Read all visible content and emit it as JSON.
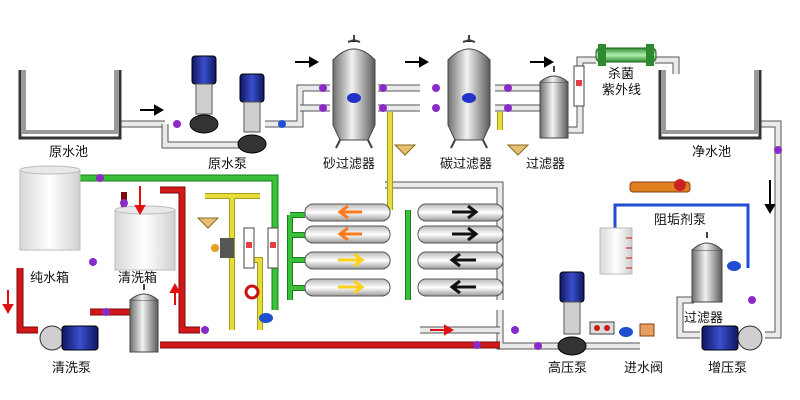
{
  "labels": {
    "raw_water_pool": "原水池",
    "raw_water_pump": "原水泵",
    "sand_filter": "砂过滤器",
    "carbon_filter": "碳过滤器",
    "filter_top": "过滤器",
    "sterilize": "杀菌",
    "uv_lamp": "紫外线",
    "clean_water_pool": "净水池",
    "pure_water_tank": "纯水箱",
    "cleaning_tank": "清洗箱",
    "scale_inhibitor_pump": "阻垢剂泵",
    "filter_right": "过滤器",
    "cleaning_pump": "清洗泵",
    "high_pressure_pump": "高压泵",
    "inlet_valve": "进水阀",
    "booster_pump": "增压泵"
  },
  "colors": {
    "pipe_white": "#e8e8e8",
    "pipe_green": "#2aa52a",
    "pipe_red": "#c81414",
    "pipe_yellow": "#d6cc2a",
    "pipe_blue": "#1f4fd0",
    "motor_blue": "#2233aa",
    "flow_orange": "#ff7a1a",
    "flow_yellow": "#ffd21a",
    "flow_black": "#111111",
    "arrow_red": "#e01010"
  }
}
